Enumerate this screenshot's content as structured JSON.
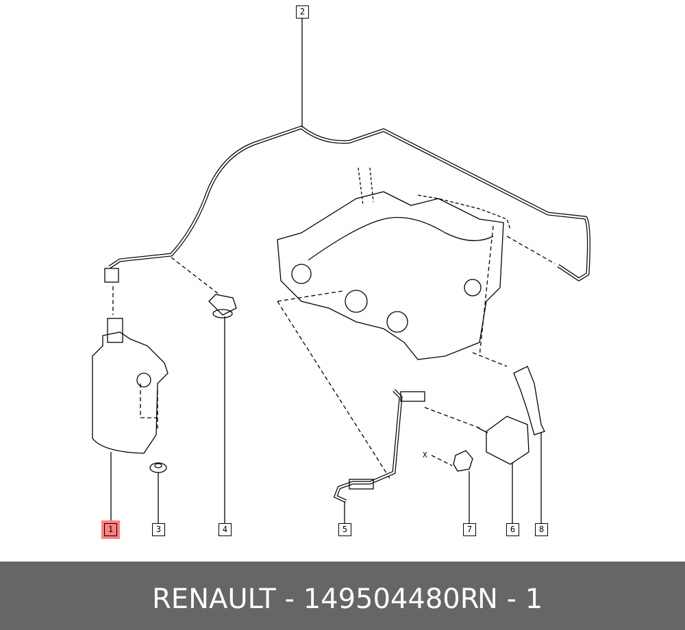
{
  "callouts": [
    {
      "num": "1",
      "highlighted": true
    },
    {
      "num": "2"
    },
    {
      "num": "3"
    },
    {
      "num": "4"
    },
    {
      "num": "5"
    },
    {
      "num": "6"
    },
    {
      "num": "7"
    },
    {
      "num": "8"
    }
  ],
  "marker_x": "X",
  "footer": {
    "part": "RENAULT - 149504480R",
    "page": "N - 1"
  },
  "colors": {
    "highlight": "#ff8080",
    "footer_bg": "#666666"
  }
}
